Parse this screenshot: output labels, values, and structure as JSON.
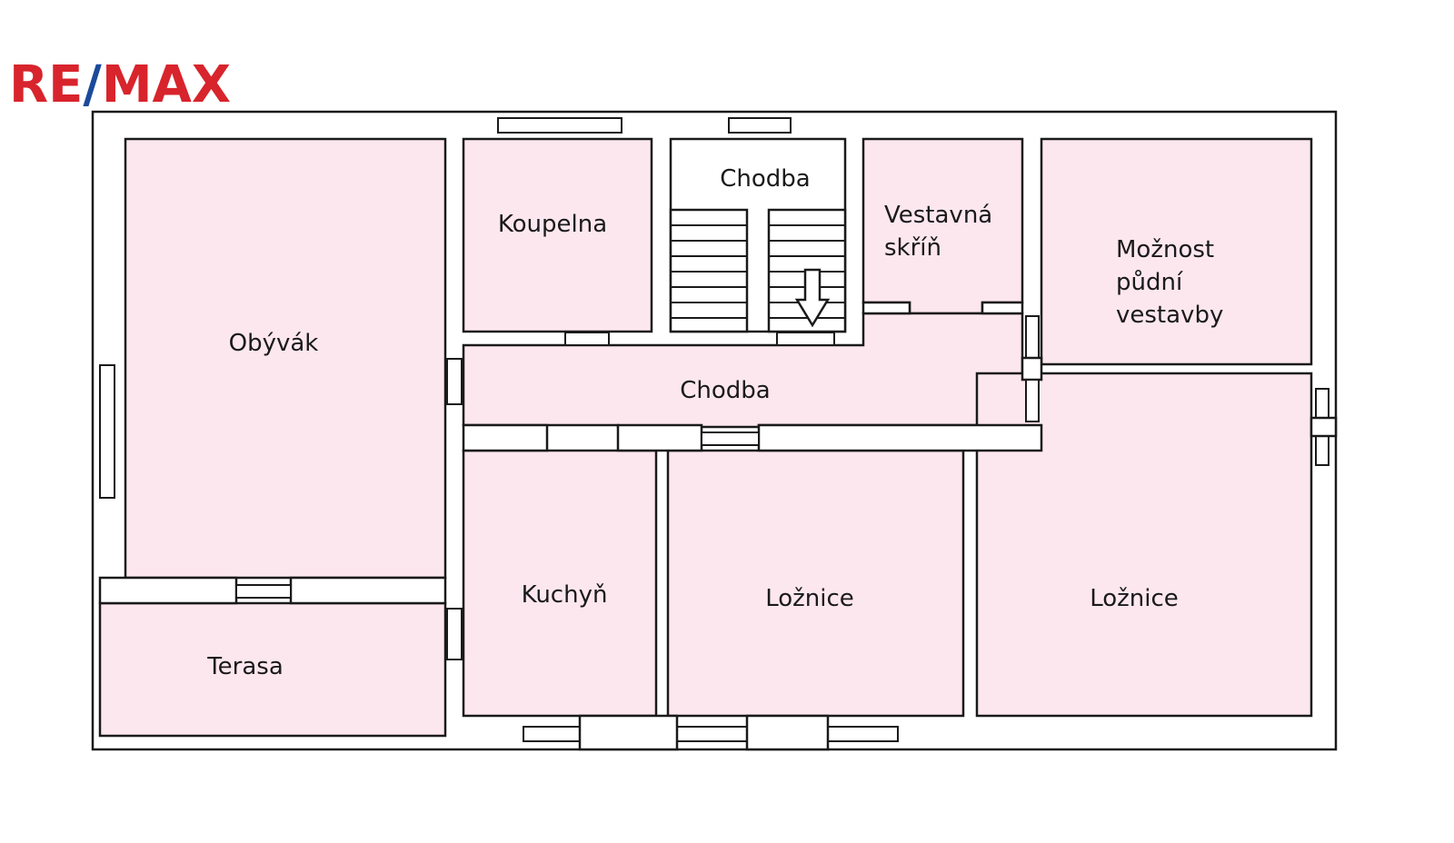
{
  "logo": {
    "part1": "RE",
    "slash": "/",
    "part2": "MAX",
    "color_red": "#d8242c",
    "color_blue": "#1b4a9b"
  },
  "colors": {
    "room_fill": "#fde7ef",
    "wall_stroke": "#1a1a1a"
  },
  "rooms": {
    "obyvak": "Obývák",
    "koupelna": "Koupelna",
    "chodba_top": "Chodba",
    "vestavna_1": "Vestavná",
    "vestavna_2": "skříň",
    "moznost_1": "Možnost",
    "moznost_2": "půdní",
    "moznost_3": "vestavby",
    "chodba_main": "Chodba",
    "kuchyn": "Kuchyň",
    "loznice_1": "Ložnice",
    "loznice_2": "Ložnice",
    "terasa": "Terasa"
  },
  "icons": {
    "stair_direction": "arrow-down-icon"
  }
}
